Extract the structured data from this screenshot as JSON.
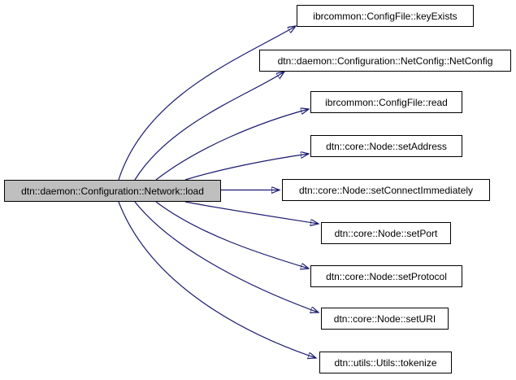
{
  "diagram": {
    "type": "call-graph",
    "caller": {
      "label": "dtn::daemon::Configuration::Network::load"
    },
    "callees": [
      {
        "label": "ibrcommon::ConfigFile::keyExists"
      },
      {
        "label": "dtn::daemon::Configuration::NetConfig::NetConfig"
      },
      {
        "label": "ibrcommon::ConfigFile::read"
      },
      {
        "label": "dtn::core::Node::setAddress"
      },
      {
        "label": "dtn::core::Node::setConnectImmediately"
      },
      {
        "label": "dtn::core::Node::setPort"
      },
      {
        "label": "dtn::core::Node::setProtocol"
      },
      {
        "label": "dtn::core::Node::setURI"
      },
      {
        "label": "dtn::utils::Utils::tokenize"
      }
    ],
    "colors": {
      "edge": "#191970",
      "node_border": "#000000",
      "node_fill": "#ffffff",
      "caller_fill": "#bfbfbf",
      "background": "#ffffff",
      "text": "#000000"
    }
  }
}
